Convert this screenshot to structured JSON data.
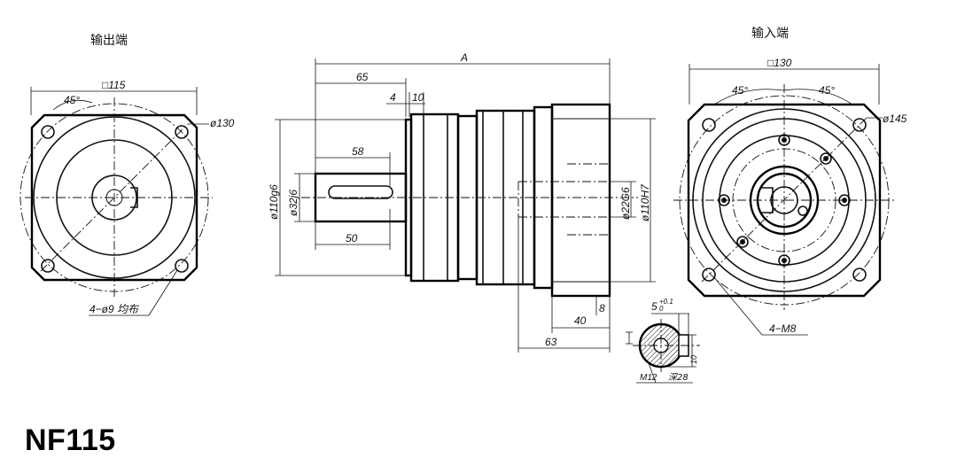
{
  "model": "NF115",
  "output_view": {
    "title": "输出端",
    "square": "□115",
    "angle": "45°",
    "pcd": "ø130",
    "holes": "4−ø9 均布"
  },
  "side_view": {
    "total_length": "A",
    "l65": "65",
    "l4": "4",
    "l10": "10",
    "l58": "58",
    "l50": "50",
    "d110g6": "ø110g6",
    "d32j6": "ø32j6",
    "d22g6": "ø22G6",
    "d110h7": "ø110H7",
    "l40": "40",
    "l8": "8",
    "l63": "63"
  },
  "input_view": {
    "title": "输入端",
    "square": "□130",
    "angle_left": "45°",
    "angle_right": "45°",
    "pcd": "ø145",
    "thread": "4−M8"
  },
  "shaft_section": {
    "key_width": "5",
    "key_tol_upper": "+0.1",
    "key_tol_lower": "0",
    "key_depth": "10",
    "thread": "M12",
    "thread_depth": "深28"
  }
}
